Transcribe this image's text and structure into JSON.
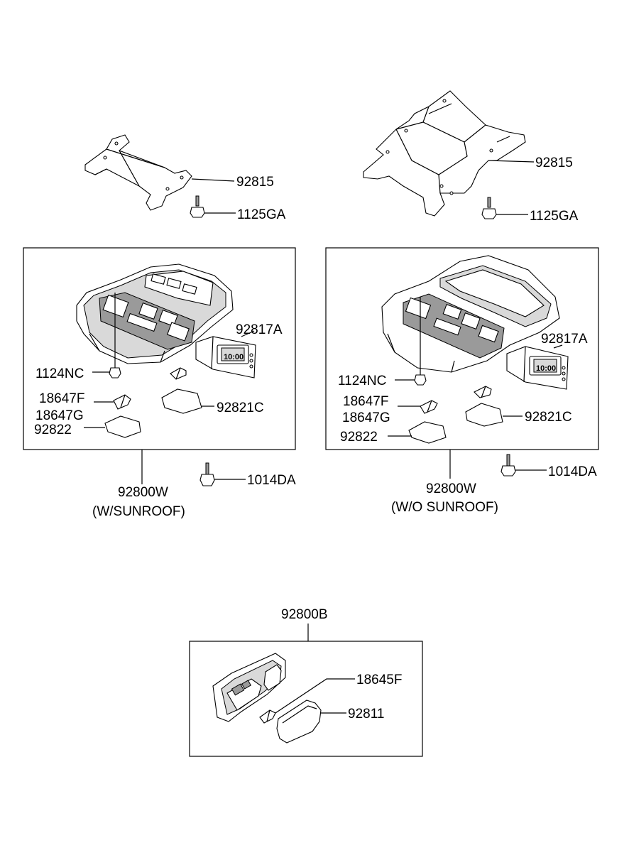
{
  "labels": {
    "left_bracket": "92815",
    "left_bolt": "1125GA",
    "right_bracket": "92815",
    "right_bolt": "1125GA",
    "left_clock": "92817A",
    "left_screw": "1124NC",
    "left_bulb_f": "18647F",
    "left_bulb_g": "18647G",
    "left_lens_c": "92821C",
    "left_lens": "92822",
    "left_mount_bolt": "1014DA",
    "left_assy": "92800W",
    "left_assy_note": "(W/SUNROOF)",
    "clock_display": "10:00",
    "right_clock": "92817A",
    "right_screw": "1124NC",
    "right_bulb_f": "18647F",
    "right_bulb_g": "18647G",
    "right_lens_c": "92821C",
    "right_lens": "92822",
    "right_mount_bolt": "1014DA",
    "right_assy": "92800W",
    "right_assy_note": "(W/O SUNROOF)",
    "bottom_assy": "92800B",
    "bottom_bulb": "18645F",
    "bottom_lens": "92811"
  }
}
